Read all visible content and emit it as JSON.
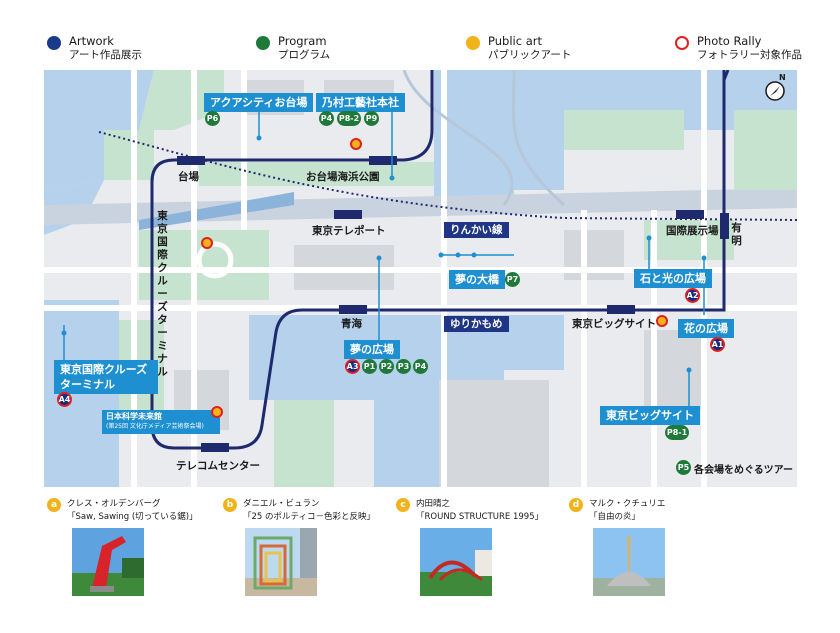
{
  "legend": [
    {
      "en": "Artwork",
      "ja": "アート作品展示",
      "color": "#1a3a8c",
      "style": "filled"
    },
    {
      "en": "Program",
      "ja": "プログラム",
      "color": "#1f7a3a",
      "style": "filled"
    },
    {
      "en": "Public art",
      "ja": "パブリックアート",
      "color": "#f2b21a",
      "style": "filled"
    },
    {
      "en": "Photo Rally",
      "ja": "フォトラリー対象作品",
      "color": "#e02020",
      "style": "ring"
    }
  ],
  "stations": {
    "daiba": "台場",
    "odaiba_park": "お台場海浜公園",
    "telecom": "テレコムセンター",
    "aomi": "青海",
    "teleport": "東京テレポート",
    "bigsight": "東京ビッグサイト",
    "kokusai": "国際展示場",
    "ariake": "有明",
    "cruise_terminal": "東京国際クルーズターミナル"
  },
  "lines": {
    "rinkai": "りんかい線",
    "yurikamome": "ゆりかもめ"
  },
  "venues": {
    "aquacity": "アクアシティお台場",
    "nomura": "乃村工藝社本社",
    "yume_ohashi": "夢の大橋",
    "yume_hiroba": "夢の広場",
    "ishi_hikari": "石と光の広場",
    "hana_hiroba": "花の広場",
    "bigsight_venue": "東京ビッグサイト",
    "cruise_venue": "東京国際クルーズターミナル",
    "miraikan": "日本科学未来館",
    "miraikan_sub": "(第25回 文化庁メディア芸術祭会場)"
  },
  "badges": {
    "p6": "P6",
    "p4": "P4",
    "p8_2": "P8-2",
    "p9": "P9",
    "p7": "P7",
    "a3": "A3",
    "p1": "P1",
    "p2": "P2",
    "p3": "P3",
    "p4b": "P4",
    "a2": "A2",
    "a1": "A1",
    "a4": "A4",
    "p8_1": "P8-1",
    "p5": "P5"
  },
  "tour_note": "各会場をめぐるツアー",
  "public_art_letters": [
    "a",
    "b",
    "c",
    "d"
  ],
  "artworks": [
    {
      "letter": "a",
      "artist": "クレス・オルデンバーグ",
      "title": "「Saw, Sawing (切っている鋸)」"
    },
    {
      "letter": "b",
      "artist": "ダニエル・ビュラン",
      "title": "「25 のポルティコ－色彩と反映」"
    },
    {
      "letter": "c",
      "artist": "内田晴之",
      "title": "「ROUND STRUCTURE 1995」"
    },
    {
      "letter": "d",
      "artist": "マルク・クチュリエ",
      "title": "「自由の炎」"
    }
  ],
  "compass": "N",
  "colors": {
    "line": "#1f2a6e",
    "water": "#b5d1ec",
    "green": "#c6e3cf",
    "block": "#e9ebee",
    "road": "#ffffff",
    "accent": "#1e8fd0"
  }
}
